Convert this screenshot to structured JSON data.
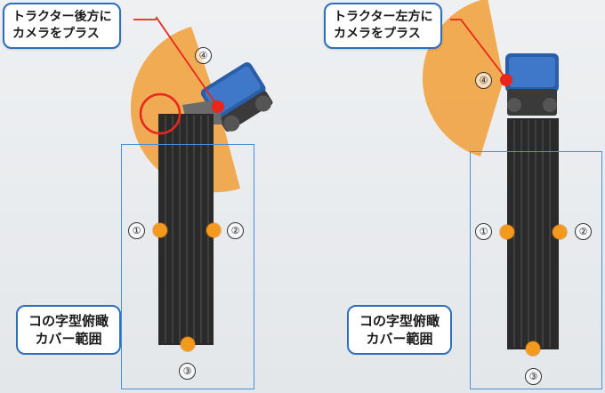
{
  "panels": [
    {
      "callout": [
        "トラクター後方に",
        "カメラをプラス"
      ],
      "legend": [
        "コの字型俯瞰",
        "カバー範囲"
      ],
      "markers": [
        "①",
        "②",
        "③",
        "④"
      ]
    },
    {
      "callout": [
        "トラクター左方に",
        "カメラをプラス"
      ],
      "legend": [
        "コの字型俯瞰",
        "カバー範囲"
      ],
      "markers": [
        "①",
        "②",
        "③",
        "④"
      ]
    }
  ],
  "colors": {
    "coverage_fan": "#f0a64a",
    "camera_dot": "#e8261d",
    "coverage_dot": "#f39a1e",
    "outline_blue": "#2c6fbf"
  }
}
